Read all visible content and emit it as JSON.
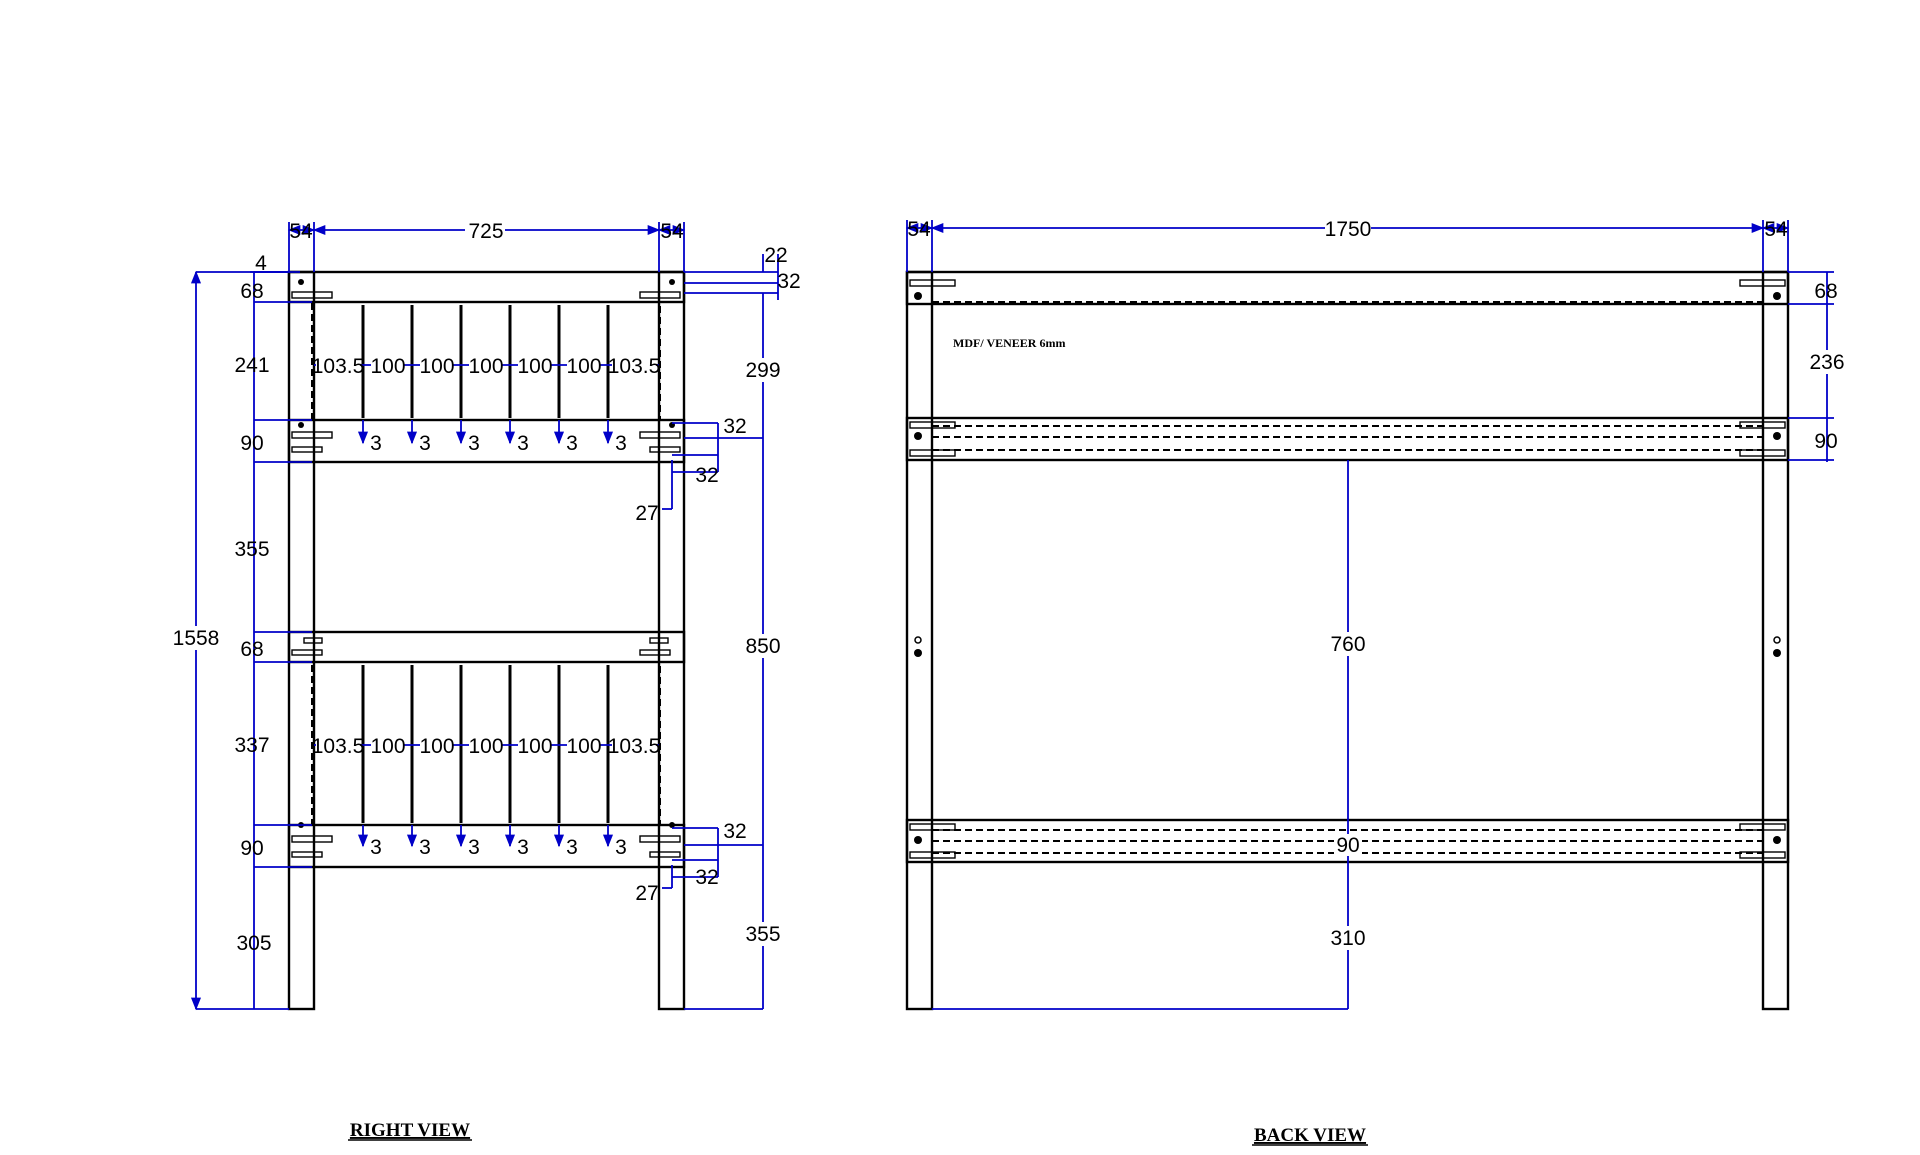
{
  "views": {
    "right_title": "RIGHT VIEW",
    "back_title": "BACK VIEW",
    "material_note": "MDF/ VENEER 6mm"
  },
  "right_view": {
    "top": [
      "54",
      "725",
      "54"
    ],
    "right_small": [
      "22",
      "32"
    ],
    "left_small": "4",
    "left_stack": [
      "68",
      "241",
      "90",
      "355",
      "68",
      "337",
      "90",
      "305"
    ],
    "overall_height": "1558",
    "right_tall": [
      "299",
      "850",
      "355"
    ],
    "upper_slats": [
      "103.5",
      "100",
      "100",
      "100",
      "100",
      "100",
      "103.5"
    ],
    "lower_slats": [
      "103.5",
      "100",
      "100",
      "100",
      "100",
      "100",
      "103.5"
    ],
    "upper_gaps": [
      "3",
      "3",
      "3",
      "3",
      "3",
      "3"
    ],
    "lower_gaps": [
      "3",
      "3",
      "3",
      "3",
      "3",
      "3"
    ],
    "upper_joint": [
      "32",
      "32",
      "27"
    ],
    "lower_joint": [
      "32",
      "32",
      "27"
    ]
  },
  "back_view": {
    "top": [
      "54",
      "1750",
      "54"
    ],
    "right_stack": [
      "68",
      "236",
      "90"
    ],
    "center": [
      "760",
      "90",
      "310"
    ]
  }
}
